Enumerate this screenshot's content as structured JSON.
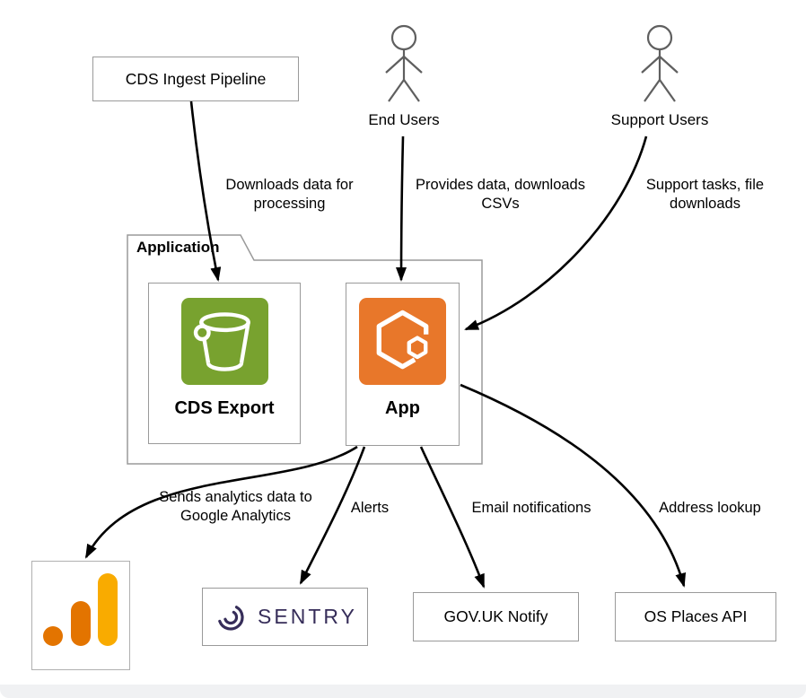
{
  "nodes": {
    "cds_ingest_pipeline": {
      "label": "CDS Ingest Pipeline"
    },
    "end_users": {
      "label": "End Users"
    },
    "support_users": {
      "label": "Support Users"
    },
    "application": {
      "label": "Application"
    },
    "cds_export": {
      "label": "CDS Export"
    },
    "app": {
      "label": "App"
    },
    "sentry": {
      "label": "SENTRY"
    },
    "govuk_notify": {
      "label": "GOV.UK Notify"
    },
    "os_places_api": {
      "label": "OS Places API"
    }
  },
  "edges": {
    "ingest_to_cds_export": {
      "label": "Downloads data for processing"
    },
    "end_users_to_app": {
      "label": "Provides data, downloads CSVs"
    },
    "support_users_to_app": {
      "label": "Support tasks, file downloads"
    },
    "app_to_google_analytics": {
      "label": "Sends analytics data to Google Analytics"
    },
    "app_to_sentry": {
      "label": "Alerts"
    },
    "app_to_govuk_notify": {
      "label": "Email notifications"
    },
    "app_to_os_places": {
      "label": "Address lookup"
    }
  },
  "colors": {
    "s3_green": "#78A22F",
    "ecs_orange": "#E8772A",
    "ga_orange": "#E37400",
    "ga_amber": "#F9AB00",
    "sentry_purple": "#362D59",
    "border_gray": "#9A9A9A",
    "figure_gray": "#5F5F5F",
    "arrow_black": "#000000"
  }
}
